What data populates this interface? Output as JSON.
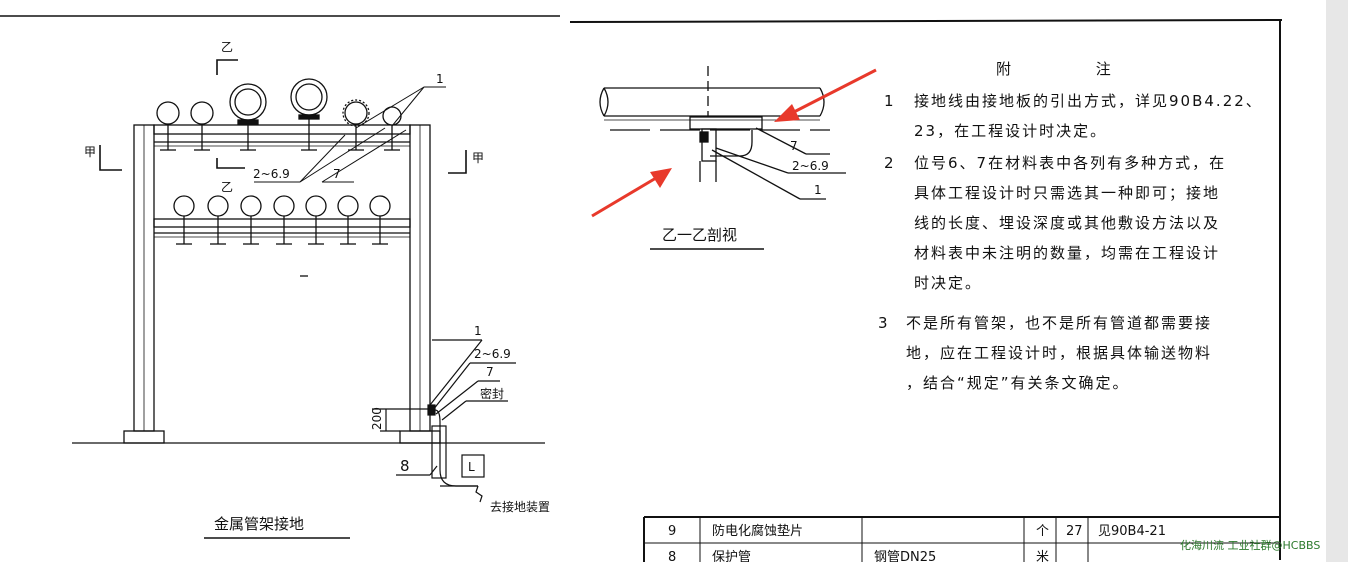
{
  "main_figure": {
    "title": "金属管架接地",
    "section_mark": "乙",
    "section_mark_lower": "乙",
    "view_mark_left": "甲",
    "view_mark_right": "甲",
    "callout_1": "1",
    "callout_2_69": "2~6.9",
    "callout_7": "7",
    "bottom_callout_1": "1",
    "bottom_callout_2_69": "2~6.9",
    "bottom_callout_7": "7",
    "seal": "密封",
    "height_dim": "200",
    "length_mark": "L",
    "item_8": "8",
    "to_ground": "去接地装置"
  },
  "section_view": {
    "title": "乙一乙剖视",
    "callout_7": "7",
    "callout_2_69": "2~6.9",
    "callout_1": "1"
  },
  "notes": {
    "heading": "附 注",
    "items": [
      {
        "num": "1",
        "lines": [
          "接地线由接地板的引出方式，详见90B4.22、",
          "23，在工程设计时决定。"
        ]
      },
      {
        "num": "2",
        "lines": [
          "位号6、7在材料表中各列有多种方式，在",
          "具体工程设计时只需选其一种即可；接地",
          "线的长度、埋设深度或其他敷设方法以及",
          "材料表中未注明的数量，均需在工程设计",
          "时决定。"
        ]
      },
      {
        "num": "3",
        "lines": [
          "不是所有管架，也不是所有管道都需要接",
          "地，应在工程设计时，根据具体输送物料",
          "，结合“规定”有关条文确定。"
        ]
      }
    ]
  },
  "table": {
    "rows": [
      {
        "no": "9",
        "name": "防电化腐蚀垫片",
        "spec": "",
        "unit": "个",
        "qty": "27",
        "ref": "见90B4-21"
      },
      {
        "no": "8",
        "name": "保护管",
        "spec": "钢管DN25",
        "unit": "米",
        "qty": "",
        "ref": ""
      }
    ]
  },
  "watermark": "化海川流 工业社群@HCBBS",
  "colors": {
    "line": "#111111",
    "arrow": "#e8392b",
    "watermark": "#2c7a2c"
  }
}
